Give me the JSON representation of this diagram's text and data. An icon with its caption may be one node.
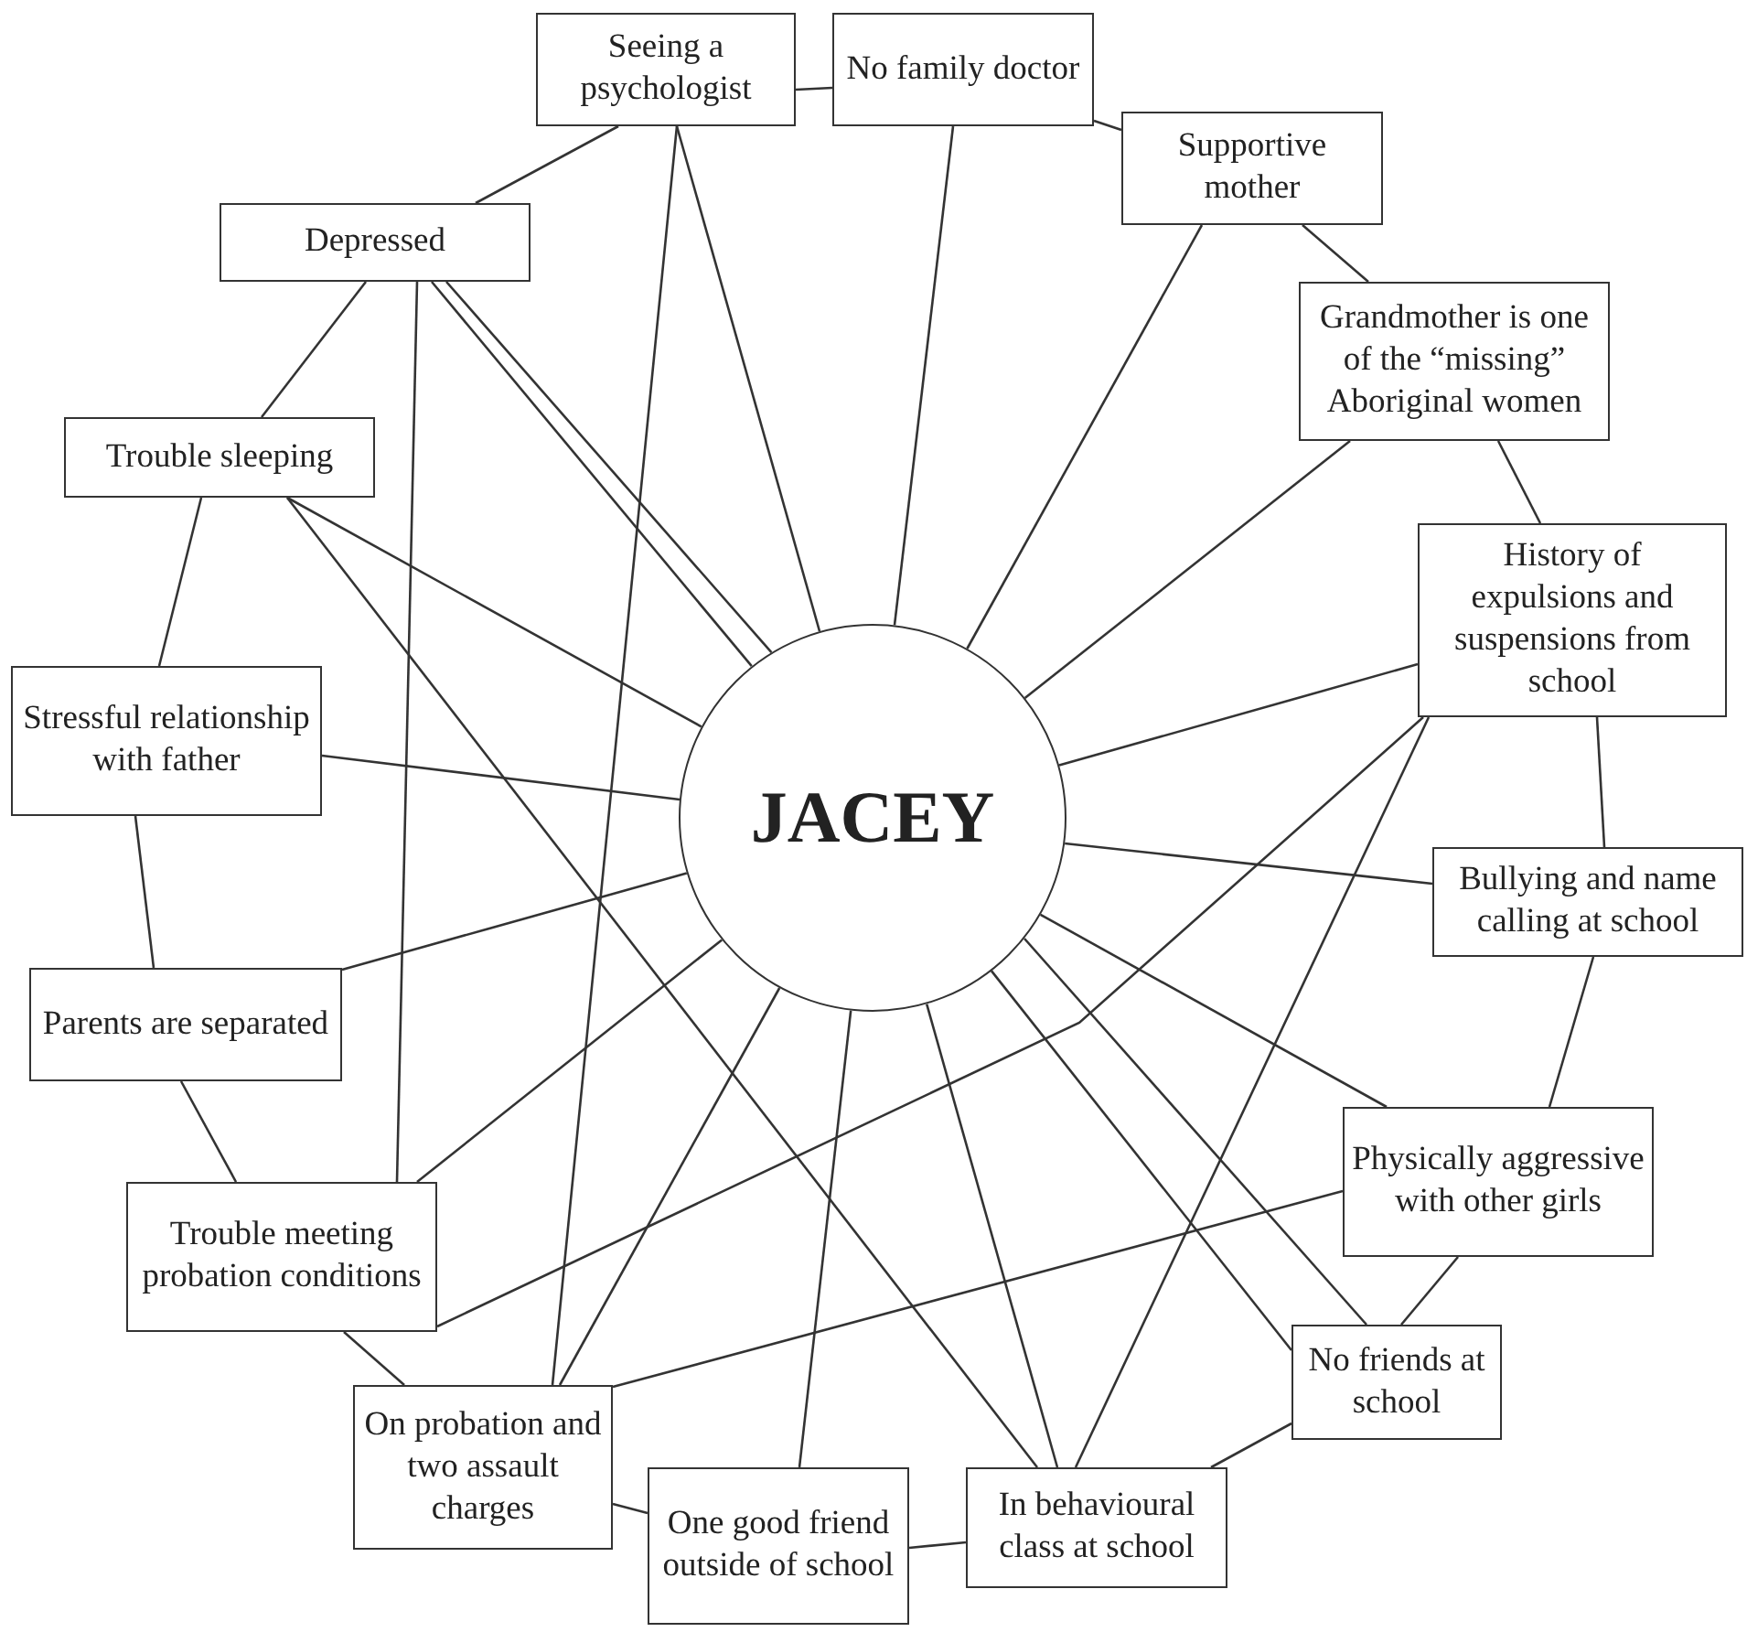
{
  "diagram": {
    "nodes": [
      {
        "text": [
          "JACEY"
        ]
      },
      {
        "text": [
          "Seeing a psychologist"
        ]
      },
      {
        "text": [
          "No family doctor"
        ]
      },
      {
        "text": [
          "Supportive mother"
        ]
      },
      {
        "text": [
          "Grandmother is one of the “missing” Aboriginal women"
        ]
      },
      {
        "text": [
          "History of expulsions and suspensions from school"
        ]
      },
      {
        "text": [
          "Bullying and name calling at school"
        ]
      },
      {
        "text": [
          "Physically aggressive with other girls"
        ]
      },
      {
        "text": [
          "No friends at school"
        ]
      },
      {
        "text": [
          "In behavioural class at school"
        ]
      },
      {
        "text": [
          "One good friend outside of school"
        ]
      },
      {
        "text": [
          "On probation and two assault charges"
        ]
      },
      {
        "text": [
          "Trouble meeting probation conditions"
        ]
      },
      {
        "text": [
          "Parents are separated"
        ]
      },
      {
        "text": [
          "Stressful relationship with father"
        ]
      },
      {
        "text": [
          "Trouble sleeping"
        ]
      },
      {
        "text": [
          "Depressed"
        ]
      }
    ],
    "edges": [
      {
        "from": 1,
        "to": 2,
        "arrow": "none"
      },
      {
        "from": 2,
        "to": 3,
        "arrow": "none"
      },
      {
        "from": 3,
        "to": 4,
        "arrow": "none"
      },
      {
        "from": 4,
        "to": 5,
        "arrow": "none"
      },
      {
        "from": 5,
        "to": 6,
        "arrow": "none"
      },
      {
        "from": 6,
        "to": 7,
        "arrow": "none"
      },
      {
        "from": 7,
        "to": 8,
        "arrow": "none"
      },
      {
        "from": 8,
        "to": 9,
        "arrow": "none"
      },
      {
        "from": 9,
        "to": 10,
        "arrow": "none"
      },
      {
        "from": 10,
        "to": 11,
        "arrow": "none"
      },
      {
        "from": 11,
        "to": 12,
        "arrow": "none"
      },
      {
        "from": 12,
        "to": 13,
        "arrow": "none"
      },
      {
        "from": 13,
        "to": 14,
        "arrow": "none"
      },
      {
        "from": 14,
        "to": 15,
        "arrow": "none"
      },
      {
        "from": 15,
        "to": 16,
        "arrow": "none"
      },
      {
        "from": 16,
        "to": 1,
        "arrow": "none"
      },
      {
        "from": 1,
        "to": 0,
        "arrow": "none"
      },
      {
        "from": 2,
        "to": 0,
        "arrow": "none"
      },
      {
        "from": 3,
        "to": 0,
        "arrow": "none"
      },
      {
        "from": 4,
        "to": 0,
        "arrow": "none"
      },
      {
        "from": 5,
        "to": 0,
        "arrow": "none"
      },
      {
        "from": 6,
        "to": 0,
        "arrow": "none"
      },
      {
        "from": 0,
        "to": 7,
        "arrow": "none"
      },
      {
        "from": 0,
        "to": 8,
        "arrow": "none"
      },
      {
        "from": 0,
        "to": 8,
        "arrow": "none"
      },
      {
        "from": 0,
        "to": 9,
        "arrow": "none"
      },
      {
        "from": 0,
        "to": 10,
        "arrow": "none"
      },
      {
        "from": 0,
        "to": 11,
        "arrow": "none"
      },
      {
        "from": 0,
        "to": 12,
        "arrow": "none"
      },
      {
        "from": 0,
        "to": 13,
        "arrow": "none"
      },
      {
        "from": 0,
        "to": 14,
        "arrow": "none"
      },
      {
        "from": 15,
        "to": 0,
        "arrow": "none"
      },
      {
        "from": 16,
        "to": 0,
        "arrow": "none"
      },
      {
        "from": 16,
        "to": 0,
        "arrow": "none"
      },
      {
        "from": 1,
        "to": 11,
        "arrow": "none"
      },
      {
        "from": 16,
        "to": 12,
        "arrow": "none"
      },
      {
        "from": 15,
        "to": 9,
        "arrow": "none"
      },
      {
        "from": 5,
        "to": 12,
        "arrow": "none"
      },
      {
        "from": 5,
        "to": 9,
        "arrow": "none"
      },
      {
        "from": 7,
        "to": 11,
        "arrow": "none"
      }
    ]
  }
}
